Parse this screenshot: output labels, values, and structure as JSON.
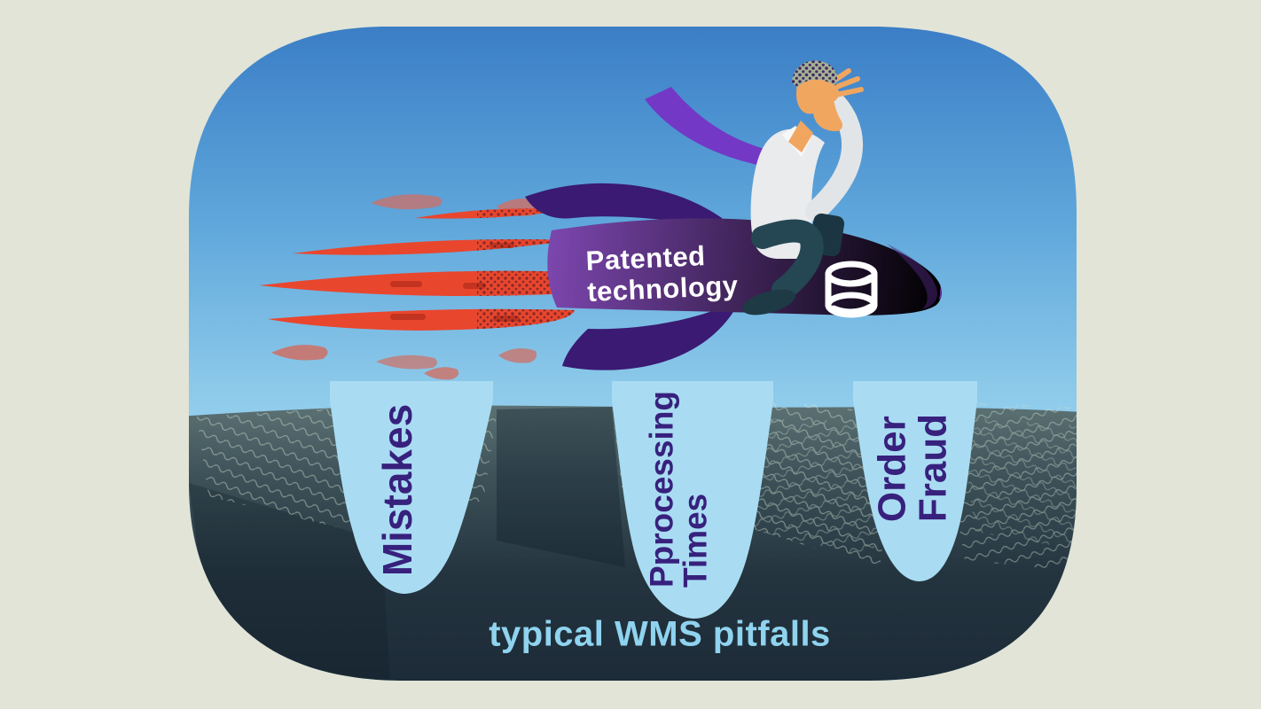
{
  "scene": {
    "kind": "warehouse-management-marketing-illustration",
    "caption": "typical WMS pitfalls"
  },
  "rocket": {
    "label_line1": "Patented",
    "label_line2": "technology",
    "icon": "database-icon",
    "rider": "businessman-looking-ahead"
  },
  "pitfalls": [
    {
      "id": "mistakes",
      "lines": [
        "Mistakes",
        ""
      ]
    },
    {
      "id": "processing-times",
      "lines": [
        "Pprocessing",
        "Times"
      ]
    },
    {
      "id": "order-fraud",
      "lines": [
        "Order",
        "Fraud"
      ]
    }
  ],
  "colors": {
    "page-bg": "#e1e4d7",
    "sky-top": "#3b7ec6",
    "sky-mid": "#6fb3e0",
    "sky-low": "#a7daf1",
    "pit-blue": "#a9dcf2",
    "ground-top": "#5e7476",
    "ground-mid": "#31454e",
    "ground-dark": "#1c2b37",
    "label-purple": "#37217d",
    "caption-blue": "#8fd3ef",
    "rocket-purple": "#6f3c9e",
    "rocket-purple-light": "#7b46ad",
    "fin-indigo": "#3a1a72",
    "flame-red": "#e9462e",
    "flame-dark": "#c23320",
    "smoke-rose": "#cf6f64",
    "tie-purple": "#7338c6",
    "skin": "#f1a660",
    "shirt": "#e9ebed",
    "pants": "#254754",
    "shoe": "#1d3a45",
    "white": "#ffffff"
  }
}
